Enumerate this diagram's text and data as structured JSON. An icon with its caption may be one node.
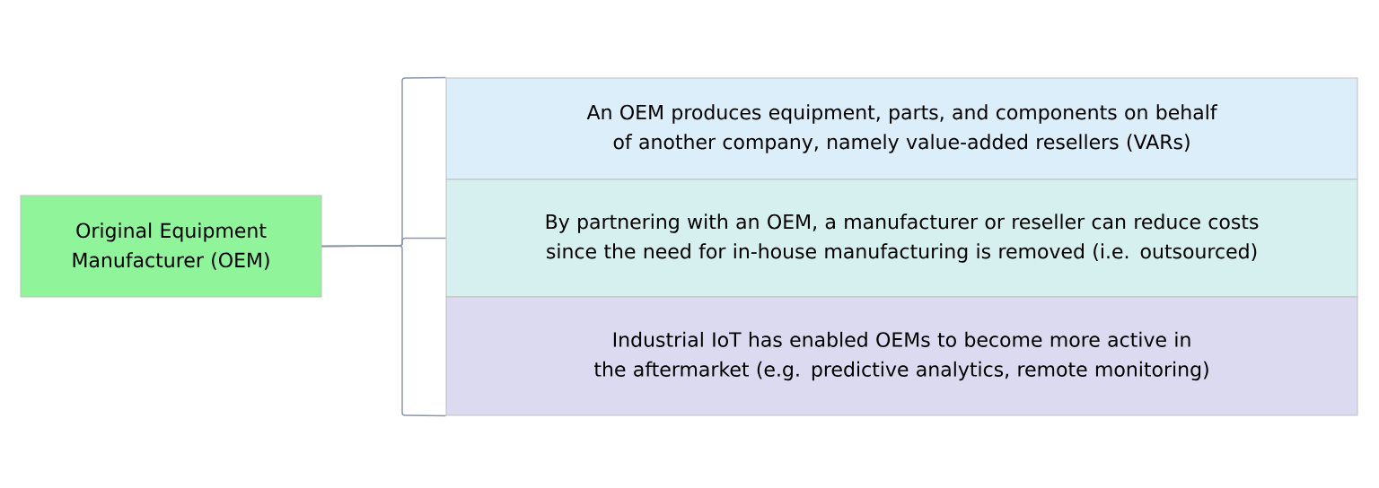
{
  "diagram": {
    "nodes": [
      {
        "text": [
          "Original Equipment Manufacturer (OEM)"
        ]
      },
      {
        "text": [
          "An OEM produces equipment, parts, and components on behalf of another company, namely value-added resellers (VARs)"
        ]
      },
      {
        "text": [
          "By partnering with an OEM, a manufacturer or reseller can reduce costs since the need for in-house manufacturing is removed (i.e. outsourced)"
        ]
      },
      {
        "text": [
          "Industrial IoT has enabled OEMs to become more active in the aftermarket (e.g. predictive analytics, remote monitoring)"
        ]
      }
    ],
    "edges": [
      {
        "from": 0,
        "to": 1,
        "arrow": "none"
      },
      {
        "from": 0,
        "to": 2,
        "arrow": "none"
      },
      {
        "from": 0,
        "to": 3,
        "arrow": "none"
      }
    ]
  }
}
